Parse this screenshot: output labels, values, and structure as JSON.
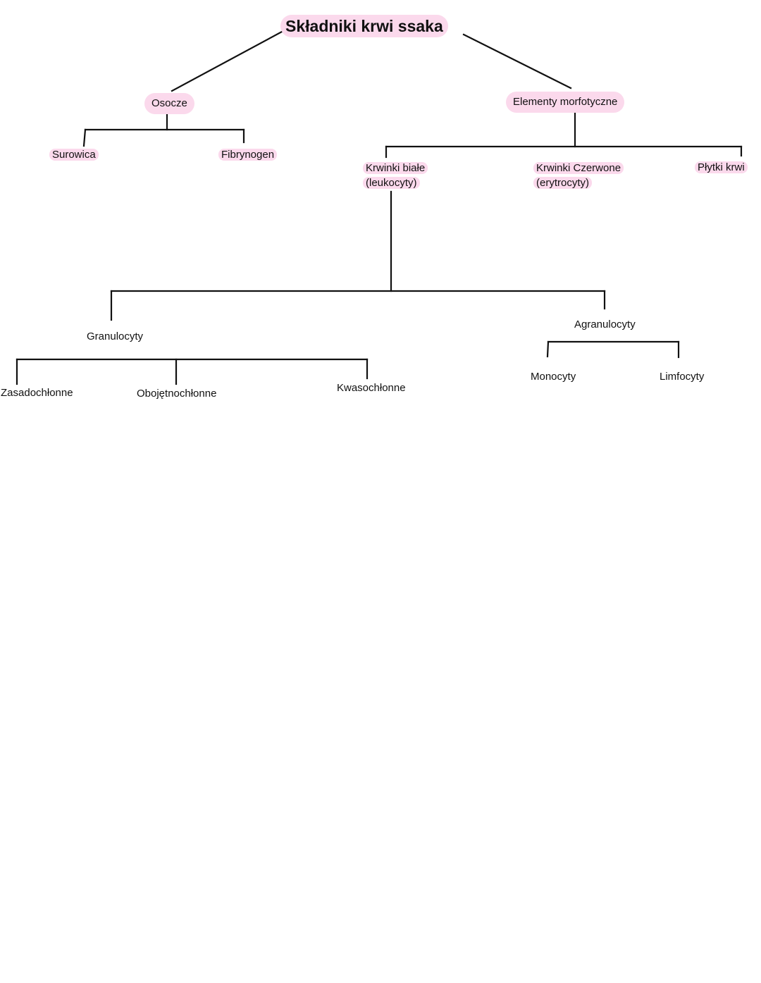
{
  "title": "Składniki krwi ssaka",
  "nodes": {
    "osocze": "Osocze",
    "elementy": "Elementy morfotyczne",
    "surowica": "Surowica",
    "fibrynogen": "Fibrynogen",
    "krwinki_biale_1": "Krwinki białe",
    "krwinki_biale_2": "(leukocyty)",
    "krwinki_czerwone_1": "Krwinki Czerwone",
    "krwinki_czerwone_2": "(erytrocyty)",
    "plytki": "Płytki krwi",
    "granulocyty": "Granulocyty",
    "agranulocyty": "Agranulocyty",
    "zasadochlonne": "Zasadochłonne",
    "obojetnochlonne": "Obojętnochłonne",
    "kwasochlonne": "Kwasochłonne",
    "monocyty": "Monocyty",
    "limfocyty": "Limfocyty"
  },
  "colors": {
    "highlight": "#fbd9ec",
    "line": "#111111"
  }
}
